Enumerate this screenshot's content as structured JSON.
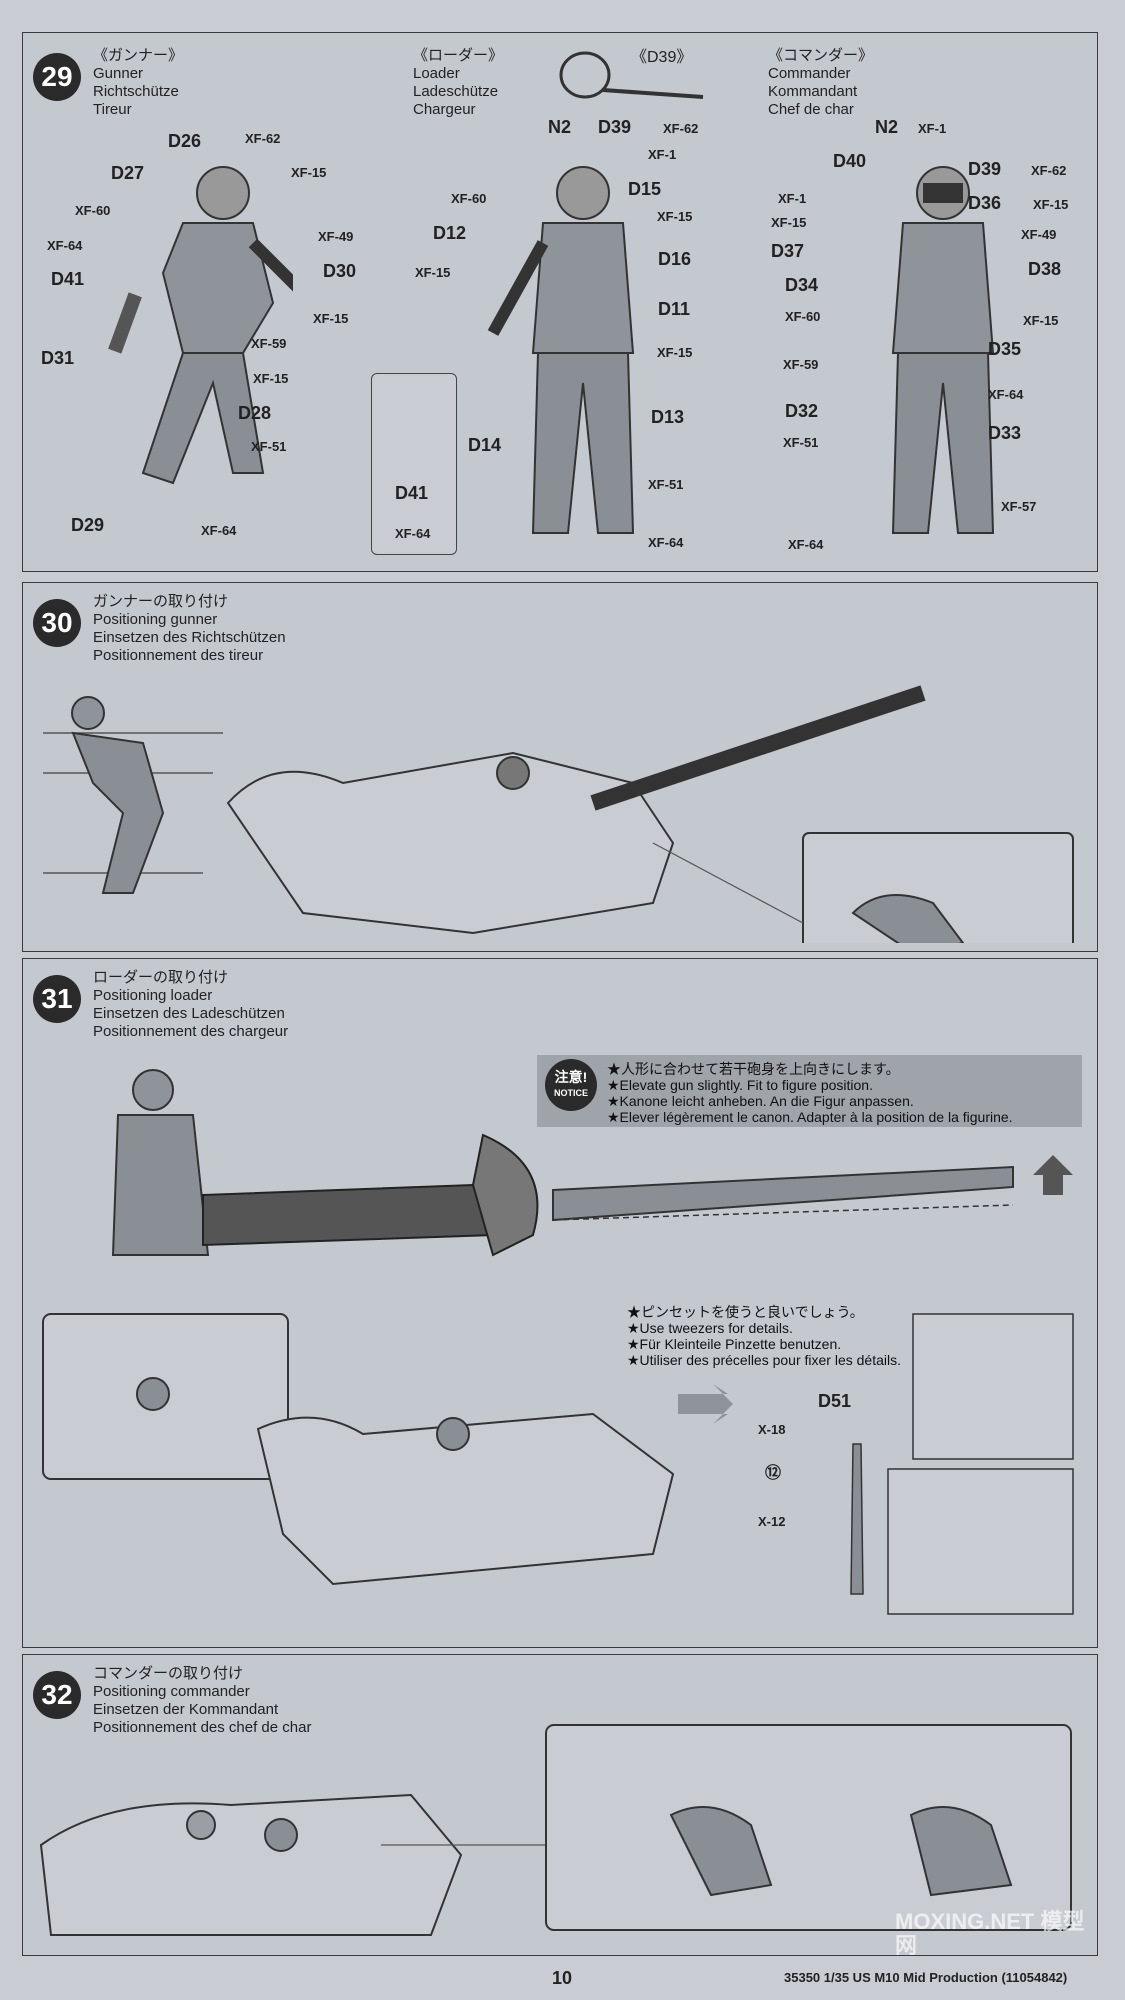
{
  "page_number": "10",
  "footer_code": "35350  1/35 US M10 Mid Production (11054842)",
  "watermark": "MOXING.NET 模型网",
  "step29": {
    "num": "29",
    "gunner": {
      "jp": "《ガンナー》",
      "en": "Gunner",
      "de": "Richtschütze",
      "fr": "Tireur"
    },
    "loader": {
      "jp": "《ローダー》",
      "en": "Loader",
      "de": "Ladeschütze",
      "fr": "Chargeur"
    },
    "d39": "《D39》",
    "commander": {
      "jp": "《コマンダー》",
      "en": "Commander",
      "de": "Kommandant",
      "fr": "Chef de char"
    },
    "gunner_parts": [
      "D26",
      "D27",
      "D41",
      "D30",
      "D31",
      "D28",
      "D29"
    ],
    "gunner_paints": [
      "XF-62",
      "XF-15",
      "XF-60",
      "XF-49",
      "XF-64",
      "XF-15",
      "XF-59",
      "XF-15",
      "XF-51",
      "XF-64"
    ],
    "loader_parts": [
      "N2",
      "D39",
      "D15",
      "D12",
      "D16",
      "D11",
      "D13",
      "D14",
      "D41"
    ],
    "loader_paints": [
      "XF-62",
      "XF-1",
      "XF-60",
      "XF-15",
      "XF-15",
      "XF-15",
      "XF-51",
      "XF-64",
      "XF-64"
    ],
    "commander_parts": [
      "N2",
      "D40",
      "D39",
      "D36",
      "D37",
      "D38",
      "D34",
      "D35",
      "D32",
      "D33"
    ],
    "commander_paints": [
      "XF-1",
      "XF-62",
      "XF-1",
      "XF-15",
      "XF-15",
      "XF-49",
      "XF-60",
      "XF-15",
      "XF-59",
      "XF-64",
      "XF-51",
      "XF-57",
      "XF-64"
    ]
  },
  "step30": {
    "num": "30",
    "jp": "ガンナーの取り付け",
    "en": "Positioning gunner",
    "de": "Einsetzen des Richtschützen",
    "fr": "Positionnement des tireur"
  },
  "step31": {
    "num": "31",
    "jp": "ローダーの取り付け",
    "en": "Positioning loader",
    "de": "Einsetzen des Ladeschützen",
    "fr": "Positionnement des chargeur",
    "notice": {
      "badge": "注意!",
      "badge_sub": "NOTICE",
      "lines": [
        "★人形に合わせて若干砲身を上向きにします。",
        "★Elevate gun slightly. Fit to figure position.",
        "★Kanone leicht anheben. An die Figur anpassen.",
        "★Elever légèrement le canon. Adapter à la position de la figurine."
      ]
    },
    "tip": [
      "★ピンセットを使うと良いでしょう。",
      "★Use tweezers for details.",
      "★Für Kleinteile Pinzette benutzen.",
      "★Utiliser des précelles pour fixer les détails."
    ],
    "part": "D51",
    "paint_top": "X-18",
    "marker": "⑫",
    "paint_bottom": "X-12"
  },
  "step32": {
    "num": "32",
    "jp": "コマンダーの取り付け",
    "en": "Positioning commander",
    "de": "Einsetzen der Kommandant",
    "fr": "Positionnement des chef de char"
  }
}
